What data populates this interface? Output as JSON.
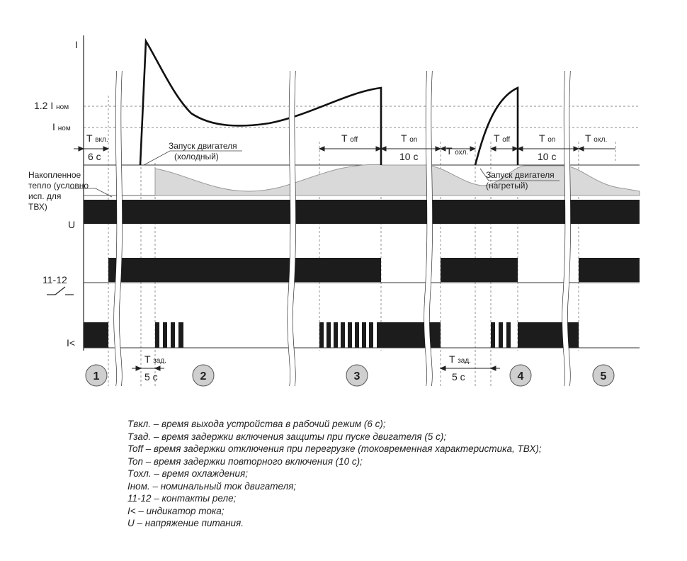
{
  "axis": {
    "current": "I",
    "i_12": "1.2 I",
    "i_nom": "I",
    "nom_sub": "ном",
    "voltage": "U",
    "relay": "11-12",
    "indicator": "I<"
  },
  "notes": {
    "heat_1": "Накопленное",
    "heat_2": "тепло (условно",
    "heat_3": "исп. для",
    "heat_4": "ТВХ)",
    "start_cold_1": "Запуск двигателя",
    "start_cold_2": "(холодный)",
    "start_hot_1": "Запуск двигателя",
    "start_hot_2": "(нагретый)"
  },
  "intervals": {
    "t": "T",
    "vkl": "вкл.",
    "six_s": "6 с",
    "off": "off",
    "on": "on",
    "ten_s": "10 с",
    "ohl": "охл.",
    "zad": "зад.",
    "five_s": "5 с"
  },
  "stages": [
    "1",
    "2",
    "3",
    "4",
    "5"
  ],
  "legend": [
    {
      "sym": "Tвкл.",
      "text": " – время выхода устройства в рабочий режим (6 с);"
    },
    {
      "sym": "Tзад.",
      "text": " – время задержки включения защиты при пуске двигателя (5 с);"
    },
    {
      "sym": "Toff",
      "text": " – время задержки отключения при перегрузке (токовременная характеристика, ТВХ);"
    },
    {
      "sym": "Ton",
      "text": " – время задержки повторного включения (10 с);"
    },
    {
      "sym": "Tохл.",
      "text": " – время охлаждения;"
    },
    {
      "sym": "Iном.",
      "text": " – номинальный ток двигателя;"
    },
    {
      "sym": "11-12",
      "text": " – контакты реле;"
    },
    {
      "sym": "I<",
      "text": " – индикатор тока;"
    },
    {
      "sym": "U",
      "text": " – напряжение питания."
    }
  ]
}
